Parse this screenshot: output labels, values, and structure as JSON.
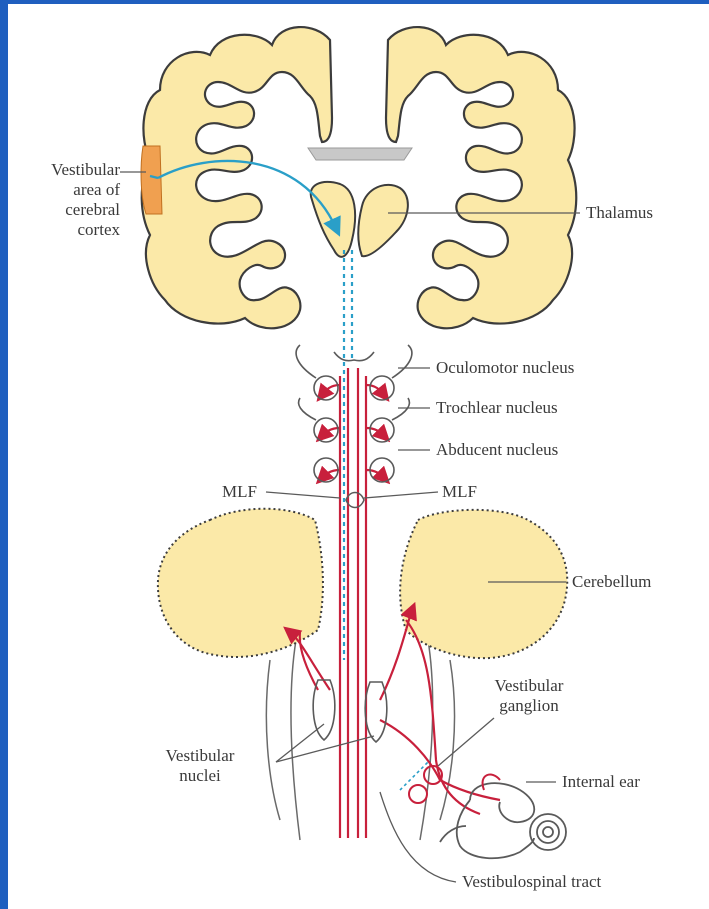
{
  "labels": {
    "vestibular_area": [
      "Vestibular",
      "area of",
      "cerebral",
      "cortex"
    ],
    "thalamus": "Thalamus",
    "oculomotor": "Oculomotor nucleus",
    "trochlear": "Trochlear nucleus",
    "abducent": "Abducent nucleus",
    "mlf_left": "MLF",
    "mlf_right": "MLF",
    "cerebellum": "Cerebellum",
    "vestibular_ganglion": [
      "Vestibular",
      "ganglion"
    ],
    "internal_ear": "Internal ear",
    "vestibular_nuclei": [
      "Vestibular",
      "nuclei"
    ],
    "vestibulospinal_tract": "Vestibulospinal tract"
  },
  "colors": {
    "frame": "#1f5fbf",
    "tissue_fill": "#fbe9a8",
    "tissue_stroke": "#3c3c3c",
    "cortex_area": "#f0a050",
    "pathway_red": "#c8203c",
    "pathway_blue": "#2a9fc8",
    "leader": "#5a5a5a"
  }
}
